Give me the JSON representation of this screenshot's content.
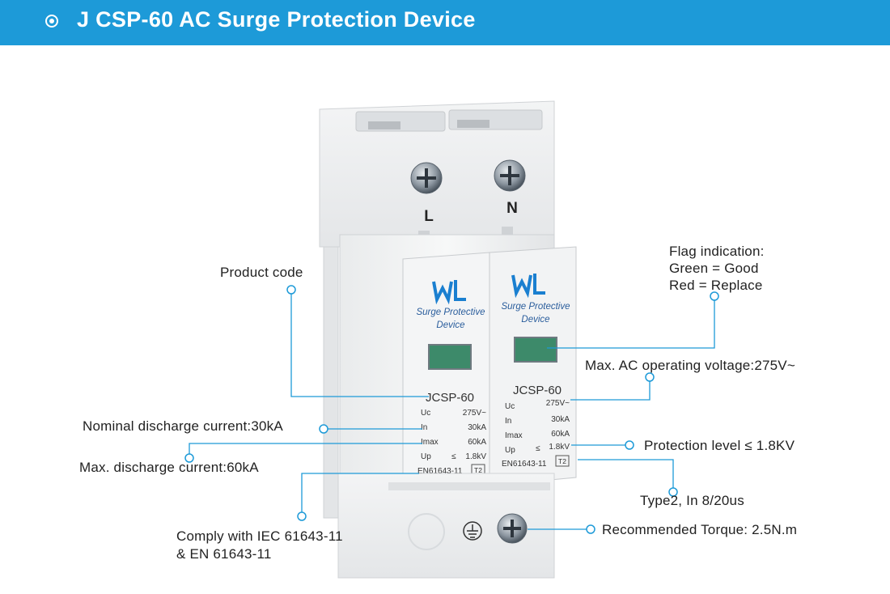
{
  "header": {
    "title": "J CSP-60  AC Surge Protection Device"
  },
  "device": {
    "terminals": [
      "L",
      "N"
    ],
    "brand": "WL",
    "module_label": [
      "Surge Protective",
      "Device"
    ],
    "model": "JCSP-60",
    "specs": [
      {
        "key": "Uc",
        "value": "275V~"
      },
      {
        "key": "In",
        "value": "30kA"
      },
      {
        "key": "Imax",
        "value": "60kA"
      },
      {
        "key": "Up",
        "sym": "≤",
        "value": "1.8kV"
      }
    ],
    "standard": "EN61643-11",
    "type_badge": "T2",
    "icons": [
      "screw-terminal-icon",
      "ground-symbol-icon",
      "indicator-window-icon"
    ]
  },
  "callouts": {
    "product_code": "Product code",
    "flag_indication": [
      "Flag indication:",
      "Green = Good",
      "Red = Replace"
    ],
    "max_ac_voltage": "Max. AC operating voltage:275V~",
    "nominal_current": "Nominal discharge current:30kA",
    "max_current": "Max. discharge current:60kA",
    "protection_level": "Protection level ≤ 1.8KV",
    "type2": "Type2, In 8/20us",
    "comply": [
      "Comply with IEC 61643-11",
      "& EN 61643-11"
    ],
    "torque": "Recommended  Torque: 2.5N.m"
  },
  "colors": {
    "banner": "#1d9ad8",
    "callout": "#1d9ad8",
    "indicator": "#3d8a6a",
    "logo": "#1a7fd0"
  }
}
